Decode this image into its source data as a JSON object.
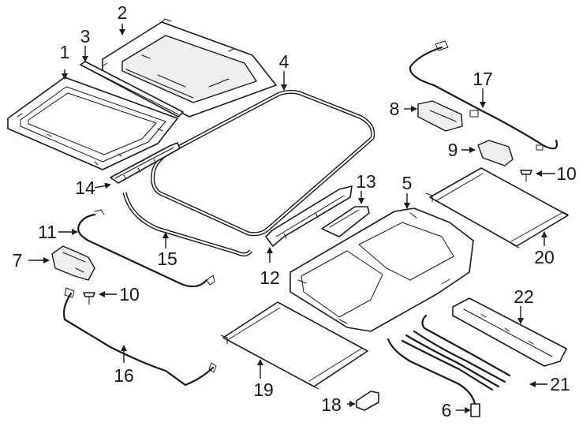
{
  "diagram": {
    "callouts": [
      {
        "id": "1",
        "label": "1"
      },
      {
        "id": "2",
        "label": "2"
      },
      {
        "id": "3",
        "label": "3"
      },
      {
        "id": "4",
        "label": "4"
      },
      {
        "id": "5",
        "label": "5"
      },
      {
        "id": "6",
        "label": "6"
      },
      {
        "id": "7",
        "label": "7"
      },
      {
        "id": "8",
        "label": "8"
      },
      {
        "id": "9",
        "label": "9"
      },
      {
        "id": "10a",
        "label": "10"
      },
      {
        "id": "10b",
        "label": "10"
      },
      {
        "id": "11",
        "label": "11"
      },
      {
        "id": "12",
        "label": "12"
      },
      {
        "id": "13",
        "label": "13"
      },
      {
        "id": "14",
        "label": "14"
      },
      {
        "id": "15",
        "label": "15"
      },
      {
        "id": "16",
        "label": "16"
      },
      {
        "id": "17",
        "label": "17"
      },
      {
        "id": "18",
        "label": "18"
      },
      {
        "id": "19",
        "label": "19"
      },
      {
        "id": "20",
        "label": "20"
      },
      {
        "id": "21",
        "label": "21"
      },
      {
        "id": "22",
        "label": "22"
      }
    ]
  }
}
